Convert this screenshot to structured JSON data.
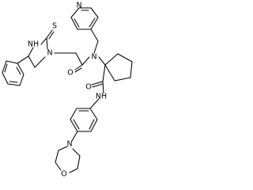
{
  "structure": {
    "atoms": {
      "pyridine_n": "N",
      "amide_n": "N",
      "amide_o": "O",
      "thione_s": "S",
      "ring_nh": "NH",
      "ring_n": "N",
      "nh_linker": "NH",
      "carbonyl_o": "O",
      "morpholine_n": "N",
      "morpholine_o": "O"
    }
  }
}
